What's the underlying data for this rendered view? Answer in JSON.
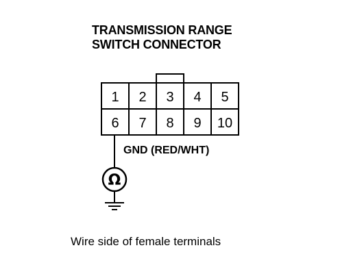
{
  "title": {
    "line1": "TRANSMISSION RANGE",
    "line2": "SWITCH CONNECTOR"
  },
  "connector": {
    "row1": [
      "1",
      "2",
      "3",
      "4",
      "5"
    ],
    "row2": [
      "6",
      "7",
      "8",
      "9",
      "10"
    ]
  },
  "ground_label": "GND (RED/WHT)",
  "meter_symbol": "Ω",
  "caption": "Wire side of female terminals"
}
